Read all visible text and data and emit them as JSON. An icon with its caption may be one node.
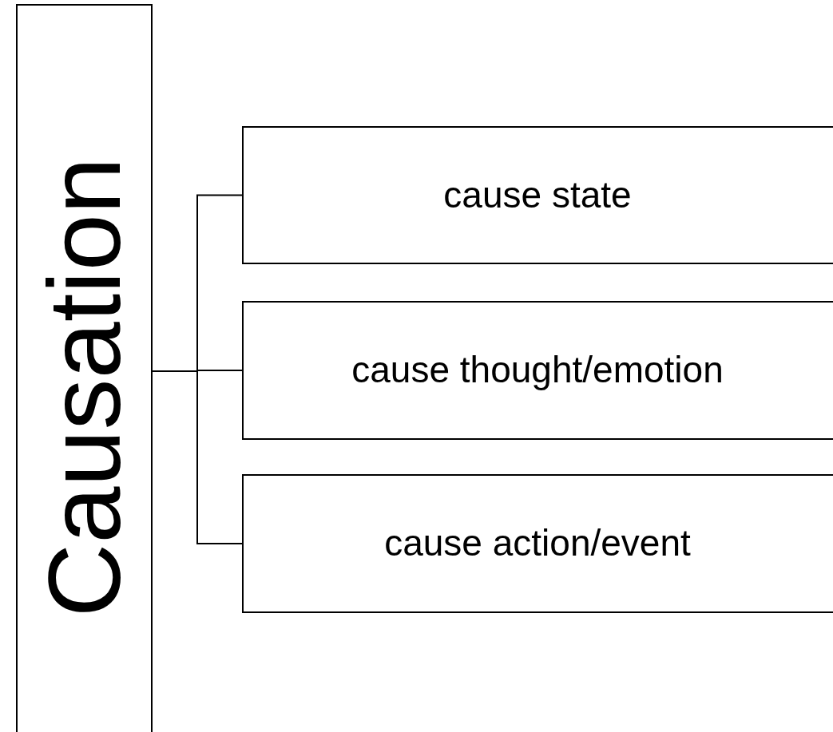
{
  "diagram": {
    "nodes": [
      {
        "text": [
          "Causation"
        ]
      },
      {
        "text": [
          "cause state"
        ]
      },
      {
        "text": [
          "cause thought/emotion"
        ]
      },
      {
        "text": [
          "cause action/event"
        ]
      }
    ],
    "edges": [
      {
        "from": 0,
        "to": 1,
        "arrow": "none"
      },
      {
        "from": 0,
        "to": 2,
        "arrow": "none"
      },
      {
        "from": 0,
        "to": 3,
        "arrow": "none"
      }
    ]
  }
}
